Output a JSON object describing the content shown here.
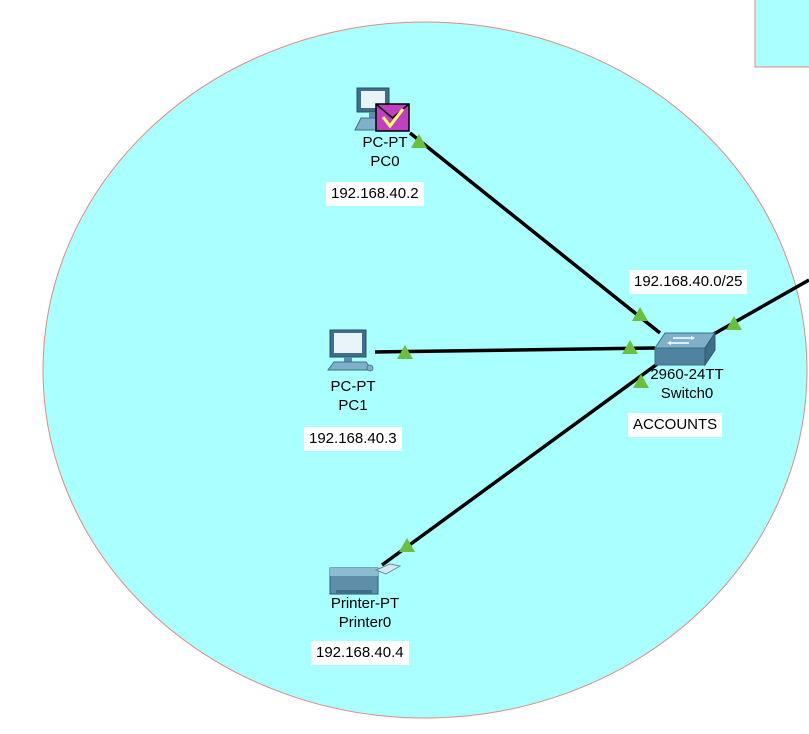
{
  "colors": {
    "area_fill": "#aaffff",
    "area_border": "#e08a80",
    "link": "#000000",
    "port_status": "#6abf40",
    "label_bg": "#ffffff"
  },
  "devices": [
    {
      "id": "pc0",
      "icon": "pc-icon",
      "model": "PC-PT",
      "name": "PC0",
      "ip": "192.168.40.2",
      "pdu": "pdu-success-icon"
    },
    {
      "id": "pc1",
      "icon": "pc-icon",
      "model": "PC-PT",
      "name": "PC1",
      "ip": "192.168.40.3"
    },
    {
      "id": "printer0",
      "icon": "printer-icon",
      "model": "Printer-PT",
      "name": "Printer0",
      "ip": "192.168.40.4"
    },
    {
      "id": "switch0",
      "icon": "switch-icon",
      "model": "2960-24TT",
      "name": "Switch0"
    }
  ],
  "notes": {
    "network": "192.168.40.0/25",
    "area": "ACCOUNTS"
  },
  "links": [
    {
      "from": "pc0",
      "to": "switch0"
    },
    {
      "from": "pc1",
      "to": "switch0"
    },
    {
      "from": "printer0",
      "to": "switch0"
    },
    {
      "from": "switch0",
      "to": "offscreen"
    }
  ]
}
